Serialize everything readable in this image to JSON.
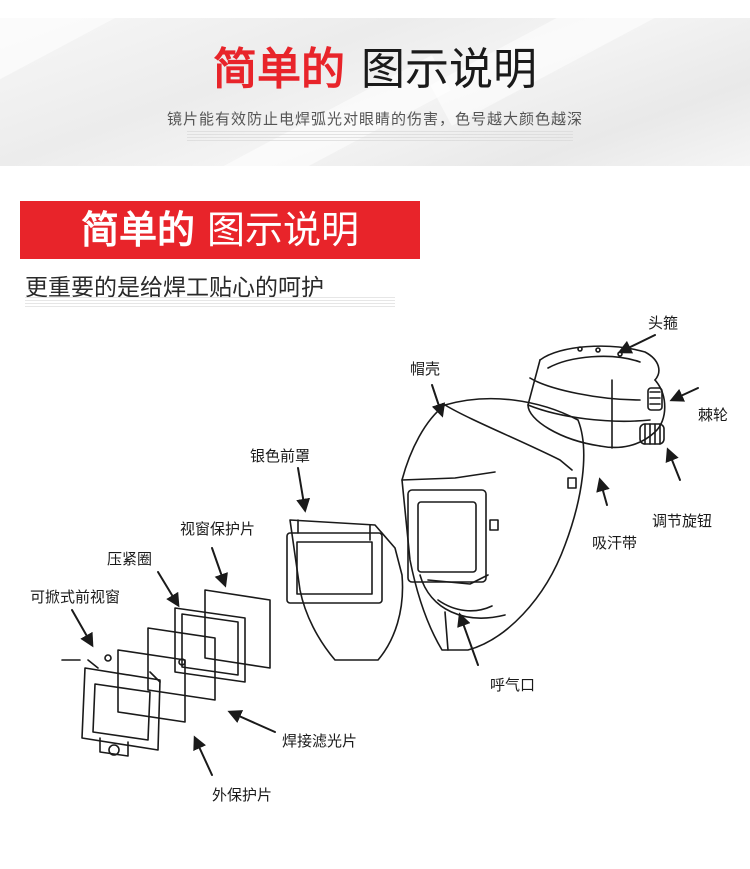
{
  "hero": {
    "title_red": "简单的",
    "title_black": "图示说明",
    "subtitle": "镜片能有效防止电焊弧光对眼睛的伤害，色号越大颜色越深"
  },
  "section": {
    "title_red": "简单的",
    "title_white": "图示说明",
    "tagline": "更重要的是给焊工贴心的呵护"
  },
  "labels": {
    "headband": "头箍",
    "ratchet": "棘轮",
    "shell": "帽壳",
    "adjust_knob": "调节旋钮",
    "sweatband": "吸汗带",
    "silver_cover": "银色前罩",
    "window_protector": "视窗保护片",
    "press_ring": "压紧圈",
    "flip_front_window": "可掀式前视窗",
    "breathing_port": "呼气口",
    "welding_filter": "焊接滤光片",
    "outer_protector": "外保护片"
  },
  "colors": {
    "accent": "#e8242a",
    "ink": "#1a1a1a"
  }
}
